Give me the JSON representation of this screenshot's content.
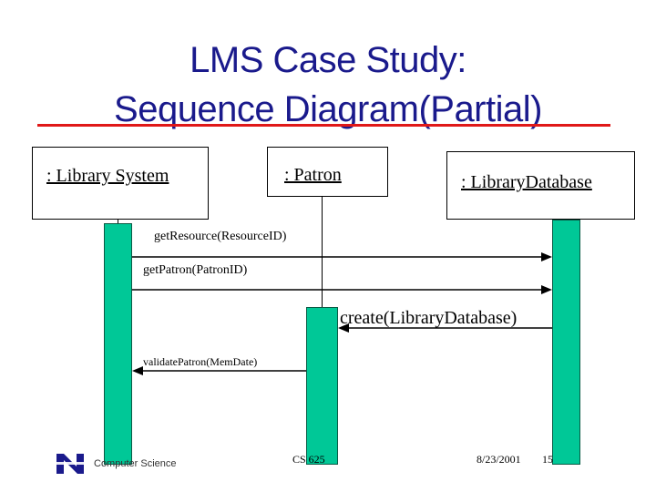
{
  "slide": {
    "title_line1": "LMS  Case Study:",
    "title_line2": "Sequence Diagram(Partial)"
  },
  "objects": [
    {
      "label": ": Library System"
    },
    {
      "label": ": Patron"
    },
    {
      "label": ": LibraryDatabase"
    }
  ],
  "messages": [
    {
      "label": "getResource(ResourceID)",
      "from": ": Library System",
      "to": ": LibraryDatabase"
    },
    {
      "label": "getPatron(PatronID)",
      "from": ": Library System",
      "to": ": LibraryDatabase"
    },
    {
      "label": "create(LibraryDatabase)",
      "from": ": LibraryDatabase",
      "to": ": Patron"
    },
    {
      "label": "validatePatron(MemDate)",
      "from": ": Patron",
      "to": ": Library System"
    }
  ],
  "footer": {
    "department": "Computer Science",
    "course": "CS 625",
    "date": "8/23/2001",
    "page": "15"
  },
  "colors": {
    "title": "#1a1a8c",
    "rule": "#e01818",
    "activation": "#00c897"
  },
  "logo": {
    "icon": "navy-n-logo-icon"
  }
}
